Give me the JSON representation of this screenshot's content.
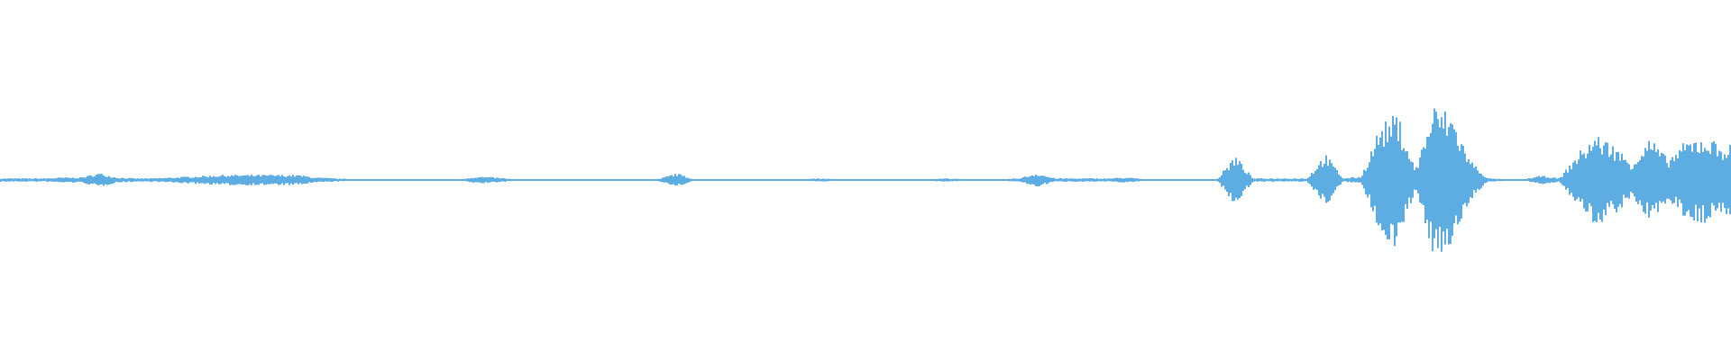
{
  "chart_data": {
    "type": "area",
    "title": "",
    "xlabel": "",
    "ylabel": "",
    "ylim": [
      -1,
      1
    ],
    "grid": false,
    "legend": "none",
    "color": "#5dade2",
    "envelope": [
      0.01,
      0.01,
      0.01,
      0.015,
      0.015,
      0.04,
      0.015,
      0.01,
      0.01,
      0.015,
      0.02,
      0.025,
      0.03,
      0.03,
      0.03,
      0.03,
      0.03,
      0.015,
      0.01,
      0.005,
      0.005,
      0.005,
      0.005,
      0.005,
      0.005,
      0.005,
      0.02,
      0.015,
      0.005,
      0.005,
      0.005,
      0.005,
      0.005,
      0.005,
      0.005,
      0.005,
      0.005,
      0.04,
      0.005,
      0.005,
      0.005,
      0.005,
      0.005,
      0.005,
      0.005,
      0.01,
      0.005,
      0.005,
      0.005,
      0.005,
      0.005,
      0.005,
      0.01,
      0.005,
      0.005,
      0.005,
      0.01,
      0.04,
      0.01,
      0.01,
      0.01,
      0.01,
      0.015,
      0.005,
      0.005,
      0.005,
      0.005,
      0.005,
      0.14,
      0.01,
      0.01,
      0.01,
      0.01,
      0.15,
      0.01,
      0.02,
      0.3,
      0.38,
      0.06,
      0.42,
      0.38,
      0.12,
      0.01,
      0.005,
      0.005,
      0.025,
      0.01,
      0.15,
      0.26,
      0.2,
      0.1,
      0.24,
      0.12,
      0.22,
      0.25,
      0.2
    ]
  }
}
